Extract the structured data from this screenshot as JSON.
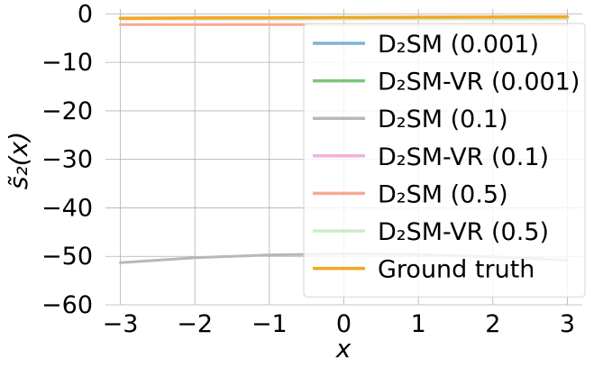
{
  "chart_data": {
    "type": "line",
    "xlabel": "x",
    "ylabel": "s̃₂(x)",
    "xlim": [
      -3.2,
      3.2
    ],
    "ylim": [
      -60,
      1
    ],
    "xticks": [
      -3,
      -2,
      -1,
      0,
      1,
      2,
      3
    ],
    "xtick_labels": [
      "−3",
      "−2",
      "−1",
      "0",
      "1",
      "2",
      "3"
    ],
    "yticks": [
      0,
      -10,
      -20,
      -30,
      -40,
      -50,
      -60
    ],
    "ytick_labels": [
      "0",
      "−10",
      "−20",
      "−30",
      "−40",
      "−50",
      "−60"
    ],
    "grid": true,
    "legend_position": "upper-right",
    "x": [
      -3,
      -2,
      -1,
      0,
      1,
      2,
      3
    ],
    "series": [
      {
        "name": "D₂SM (0.001)",
        "color": "#7fb3d5",
        "values": [
          -1.0,
          -1.0,
          -1.0,
          -1.0,
          -1.0,
          -1.0,
          -1.0
        ]
      },
      {
        "name": "D₂SM-VR (0.001)",
        "color": "#7cc47c",
        "values": [
          -1.0,
          -1.0,
          -1.0,
          -1.0,
          -1.0,
          -1.0,
          -1.0
        ]
      },
      {
        "name": "D₂SM (0.1)",
        "color": "#b8b8b8",
        "values": [
          -51.3,
          -50.3,
          -49.7,
          -49.5,
          -49.6,
          -50.1,
          -50.8
        ]
      },
      {
        "name": "D₂SM-VR (0.1)",
        "color": "#f0b2e0",
        "values": [
          -1.0,
          -1.0,
          -1.0,
          -1.0,
          -1.0,
          -1.0,
          -1.0
        ]
      },
      {
        "name": "D₂SM (0.5)",
        "color": "#f7aa90",
        "values": [
          -2.2,
          -2.2,
          -2.2,
          -2.2,
          -2.2,
          -2.2,
          -2.2
        ]
      },
      {
        "name": "D₂SM-VR (0.5)",
        "color": "#c9efc6",
        "values": [
          -1.0,
          -1.0,
          -1.0,
          -1.0,
          -1.0,
          -1.0,
          -1.0
        ]
      },
      {
        "name": "Ground truth",
        "color": "#f5a623",
        "values": [
          -0.9,
          -0.85,
          -0.8,
          -0.75,
          -0.7,
          -0.65,
          -0.6
        ]
      }
    ]
  }
}
